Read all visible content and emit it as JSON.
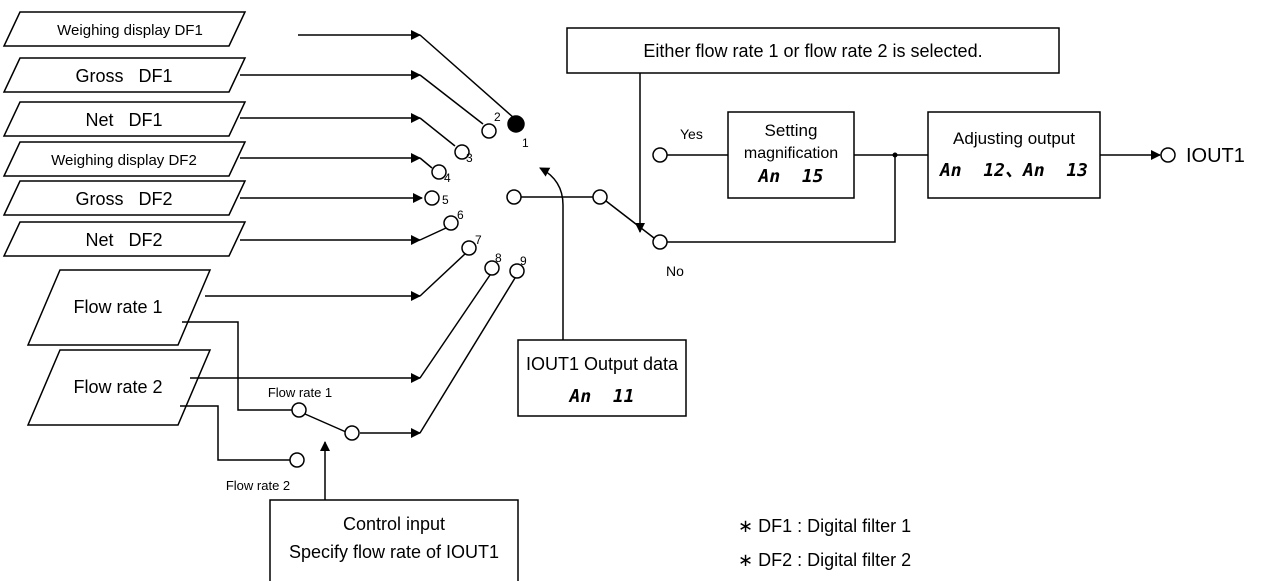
{
  "top_partial_text": "",
  "inputs": {
    "weighing_df1": "Weighing display DF1",
    "gross_df1": "Gross   DF1",
    "net_df1": "Net   DF1",
    "weighing_df2": "Weighing display DF2",
    "gross_df2": "Gross   DF2",
    "net_df2": "Net   DF2",
    "flow_rate_1": "Flow rate 1",
    "flow_rate_2": "Flow rate 2"
  },
  "selector_numbers": [
    "1",
    "2",
    "3",
    "4",
    "5",
    "6",
    "7",
    "8",
    "9"
  ],
  "sub_switch": {
    "flow_rate_1_label": "Flow rate 1",
    "flow_rate_2_label": "Flow rate 2"
  },
  "boxes": {
    "either_flow": "Either flow rate 1 or flow rate 2 is selected.",
    "output_data_title": "IOUT1 Output data",
    "output_data_code": "An  11",
    "setting_line1": "Setting",
    "setting_line2": "magnification",
    "setting_code": "An  15",
    "adjusting_title": "Adjusting output",
    "adjusting_code": "An  12、An  13",
    "control_line1": "Control input",
    "control_line2": "Specify flow rate of IOUT1"
  },
  "switch_labels": {
    "yes": "Yes",
    "no": "No"
  },
  "output_label": "IOUT1",
  "notes": {
    "note1": "∗ DF1 : Digital filter 1",
    "note2": "∗ DF2 : Digital filter 2"
  }
}
